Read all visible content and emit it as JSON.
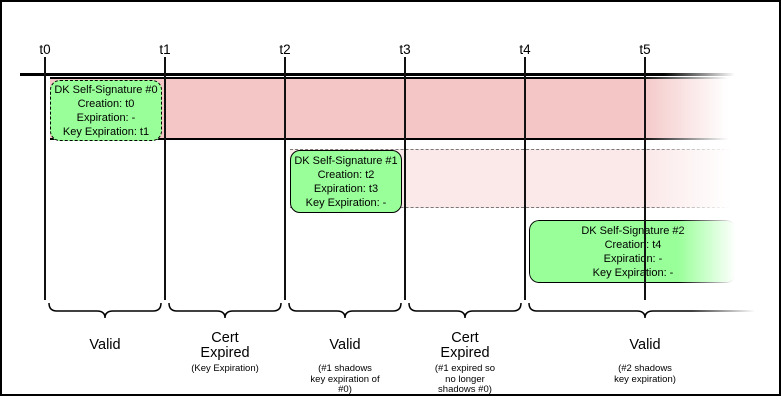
{
  "colors": {
    "band_strong": "#f4c6c6",
    "band_light": "#fbe8e8",
    "signature_green": "#99ff99",
    "line": "#000000"
  },
  "timeline": {
    "ticks": [
      "t0",
      "t1",
      "t2",
      "t3",
      "t4",
      "t5"
    ]
  },
  "signatures": [
    {
      "lines": [
        "DK Self-Signature #0",
        "Creation: t0",
        "Expiration: -",
        "Key Expiration: t1"
      ]
    },
    {
      "lines": [
        "DK Self-Signature #1",
        "Creation: t2",
        "Expiration: t3",
        "Key Expiration: -"
      ]
    },
    {
      "lines": [
        "DK Self-Signature #2",
        "Creation: t4",
        "Expiration: -",
        "Key Expiration: -"
      ]
    }
  ],
  "periods": [
    {
      "label": "Valid",
      "sub_lines": []
    },
    {
      "label": "Cert Expired",
      "sub_lines": [
        "(Key Expiration)"
      ]
    },
    {
      "label": "Valid",
      "sub_lines": [
        "(#1 shadows",
        "key expiration of",
        "#0)"
      ]
    },
    {
      "label": "Cert Expired",
      "sub_lines": [
        "(#1 expired so",
        "no longer",
        "shadows #0)"
      ]
    },
    {
      "label": "Valid",
      "sub_lines": [
        "(#2 shadows",
        "key expiration)"
      ]
    }
  ]
}
